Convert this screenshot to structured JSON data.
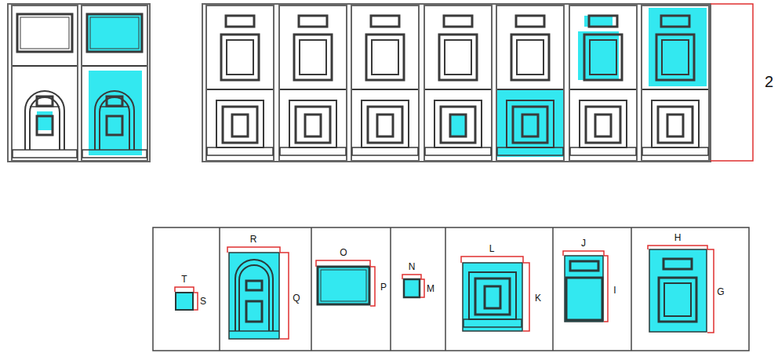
{
  "diagram": {
    "labels": [
      "2",
      "T",
      "S",
      "R",
      "Q",
      "O",
      "P",
      "N",
      "M",
      "L",
      "K",
      "J",
      "I",
      "H",
      "G"
    ]
  }
}
